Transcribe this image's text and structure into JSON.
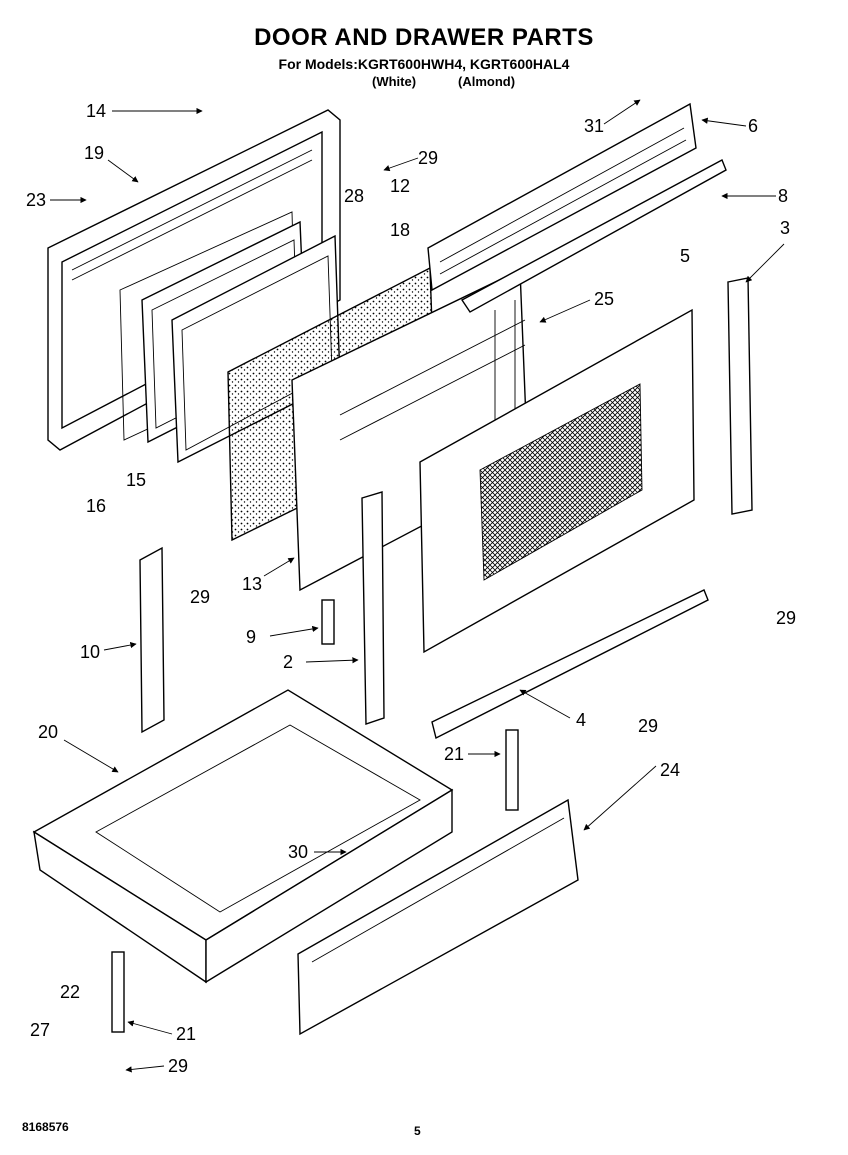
{
  "header": {
    "title": "DOOR AND DRAWER PARTS",
    "models_line": "For Models:KGRT600HWH4, KGRT600HAL4",
    "variant_white": "(White)",
    "variant_almond": "(Almond)"
  },
  "callouts": [
    "14",
    "19",
    "23",
    "28",
    "29",
    "12",
    "18",
    "31",
    "6",
    "8",
    "3",
    "5",
    "25",
    "16",
    "15",
    "13",
    "9",
    "2",
    "10",
    "29",
    "29",
    "4",
    "29",
    "21",
    "24",
    "20",
    "30",
    "22",
    "27",
    "21",
    "29"
  ],
  "footer": {
    "doc_number": "8168576",
    "page_number": "5"
  }
}
